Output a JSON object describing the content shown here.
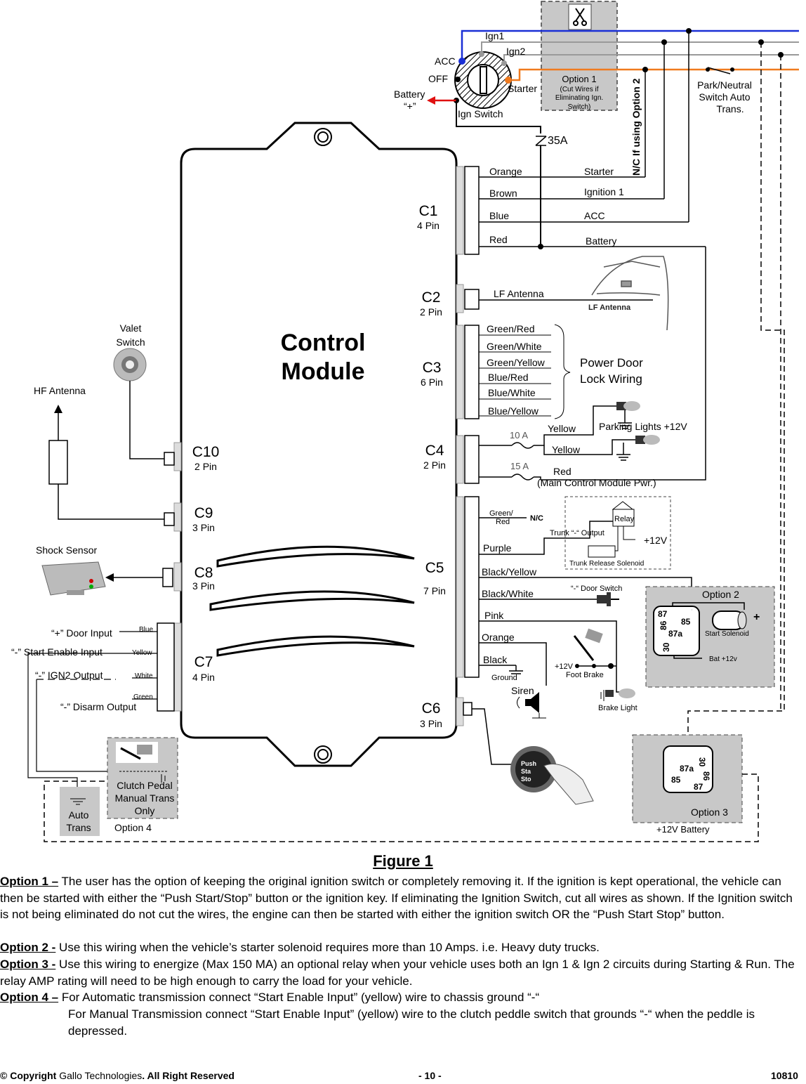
{
  "diagram": {
    "module_title": [
      "Control",
      "Module"
    ],
    "ignition": {
      "ign1": "Ign1",
      "ign2": "Ign2",
      "acc": "ACC",
      "off": "OFF",
      "starter": "Starter",
      "battery": "Battery",
      "battery_plus": "“+”",
      "switch": "Ign Switch"
    },
    "option1_box": [
      "Option 1",
      "(Cut Wires if",
      "Eliminating Ign.",
      "Switch)"
    ],
    "fuse_35a": "35A",
    "nc_option2": "N/C If using Option 2",
    "park_neutral": [
      "Park/Neutral",
      "Switch Auto",
      "Trans."
    ],
    "connectors": [
      {
        "name": "C1",
        "pins": "4 Pin"
      },
      {
        "name": "C2",
        "pins": "2 Pin"
      },
      {
        "name": "C3",
        "pins": "6 Pin"
      },
      {
        "name": "C4",
        "pins": "2 Pin"
      },
      {
        "name": "C5",
        "pins": "7 Pin"
      },
      {
        "name": "C6",
        "pins": "3 Pin"
      },
      {
        "name": "C7",
        "pins": "4 Pin"
      },
      {
        "name": "C8",
        "pins": "3 Pin"
      },
      {
        "name": "C9",
        "pins": "3 Pin"
      },
      {
        "name": "C10",
        "pins": "2 Pin"
      }
    ],
    "c1_wires": [
      "Orange",
      "Brown",
      "Blue",
      "Red"
    ],
    "c1_functions": [
      "Starter",
      "Ignition 1",
      "ACC",
      "Battery"
    ],
    "c2_wire": "LF Antenna",
    "lf_antenna_pic": "LF Antenna",
    "c3_wires": [
      "Green/Red",
      "Green/White",
      "Green/Yellow",
      "Blue/Red",
      "Blue/White",
      "Blue/Yellow"
    ],
    "power_door": [
      "Power Door",
      "Lock Wiring"
    ],
    "c4": {
      "fuse10": "10 A",
      "fuse15": "15 A",
      "yellow1": "Yellow",
      "yellow2": "Yellow",
      "parking": "Parking Lights +12V",
      "red": "Red",
      "main_pwr": "(Main Control Module Pwr.)"
    },
    "c5_wires": [
      "Green/",
      "Red",
      "N/C",
      "Purple",
      "Black/Yellow",
      "Black/White",
      "Pink",
      "Orange",
      "Black",
      "Ground"
    ],
    "trunk": {
      "output": "Trunk “-“ Output",
      "relay": "Relay",
      "plus12": "+12V",
      "solenoid": "Trunk Release Solenoid"
    },
    "door_switch": "“-“ Door Switch",
    "foot_brake": {
      "plus12": "+12V",
      "label": "Foot Brake",
      "brake_light": "Brake Light"
    },
    "siren": "Siren",
    "option2_box": {
      "title": "Option 2",
      "pins": [
        "87",
        "86",
        "85",
        "87a",
        "30"
      ],
      "solenoid": "Start Solenoid",
      "bat": "Bat +12v",
      "plus": "+"
    },
    "option3_box": {
      "title": "Option 3",
      "pins": [
        "30",
        "87a",
        "86",
        "85",
        "87"
      ],
      "battery": "+12V Battery"
    },
    "valet": [
      "Valet",
      "Switch"
    ],
    "hf_antenna": "HF Antenna",
    "shock_sensor": "Shock Sensor",
    "c7_labels": [
      "“+” Door Input",
      "“-” Start Enable Input",
      "“-” IGN2  Output",
      "“-” Disarm Output"
    ],
    "c7_colors": [
      "Blue",
      "Yellow",
      "White",
      "Green"
    ],
    "clutch": [
      "Clutch Pedal",
      "Manual Trans",
      "Only"
    ],
    "auto_trans": [
      "Auto",
      "Trans"
    ],
    "option4": "Option 4",
    "push_button": [
      "Push",
      "Sta",
      "Sto"
    ],
    "colors": {
      "blue_wire": "#1a2fd6",
      "orange_wire": "#f07a1e",
      "red_wire": "#e01010",
      "gray_box": "#c8c8c8"
    }
  },
  "document": {
    "figure_title": "Figure 1",
    "option1_label": "Option 1 –",
    "option1_text": " The user has the option of keeping the original ignition switch or completely removing it. If the ignition is kept operational, the vehicle can then be started with either the “Push Start/Stop” button or the ignition key. If eliminating the Ignition Switch, cut all wires as shown. If the Ignition switch is not being eliminated do not cut the wires, the engine can then be started with either the ignition switch OR the “Push Start Stop” button.",
    "option2_label": "Option 2 -",
    "option2_text": " Use this wiring when the vehicle’s starter solenoid requires more than 10 Amps. i.e. Heavy duty trucks.",
    "option3_label": "Option 3 -",
    "option3_text": " Use this wiring to energize (Max 150 MA) an optional relay when your vehicle uses both an Ign 1 & Ign 2 circuits during Starting & Run. The relay AMP rating will need to be high enough to carry the load for your vehicle.",
    "option4_label": "Option 4 –",
    "option4_text": " For Automatic transmission connect “Start Enable Input” (yellow) wire to chassis ground “-“",
    "option4_manual": "For Manual Transmission connect “Start Enable Input” (yellow) wire to the clutch peddle switch that grounds “-“ when the peddle is depressed."
  },
  "footer": {
    "copyright_symbol": "© Copyright",
    "company": " Gallo Technologies",
    "rights": ". All Right Reserved",
    "page": "- 10 -",
    "code": "10810"
  }
}
